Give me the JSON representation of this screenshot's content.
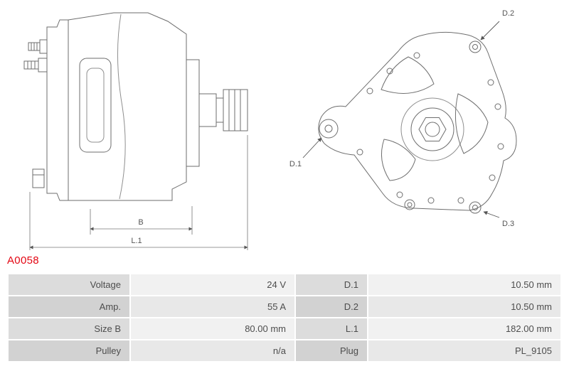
{
  "part_number": "A0058",
  "colors": {
    "accent_red": "#e30613",
    "table_label_bg": "#d6d6d6",
    "table_value_bg": "#eeeeee"
  },
  "diagram": {
    "side_view": {
      "b_label": "B",
      "l1_label": "L.1"
    },
    "front_view": {
      "d1_label": "D.1",
      "d2_label": "D.2",
      "d3_label": "D.3"
    }
  },
  "spec_table": {
    "rows": [
      {
        "label1": "Voltage",
        "value1": "24 V",
        "label2": "D.1",
        "value2": "10.50 mm"
      },
      {
        "label1": "Amp.",
        "value1": "55 A",
        "label2": "D.2",
        "value2": "10.50 mm"
      },
      {
        "label1": "Size B",
        "value1": "80.00 mm",
        "label2": "L.1",
        "value2": "182.00 mm"
      },
      {
        "label1": "Pulley",
        "value1": "n/a",
        "label2": "Plug",
        "value2": "PL_9105"
      }
    ]
  }
}
